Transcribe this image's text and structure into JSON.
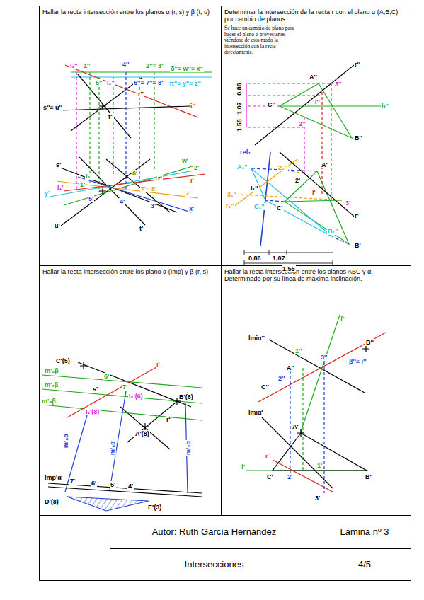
{
  "diagram": {
    "nodes": [
      {
        "text": [
          "Hallar la recta intersección entre los planos α (r, s) y β (t, u)"
        ]
      },
      {
        "text": [
          "Determinar la intersección de la recta r con el plano α (A,B,C) por cambio de planos.",
          "Se hace un cambio de plano para hacer el plano α proyectante, viéndose de esto modo la intersección con la recta directamente."
        ]
      },
      {
        "text": [
          "Hallar la recta intersección entre los plano α (Imp) y β (r, s)"
        ]
      },
      {
        "text": [
          "Hallar la recta intersección entre los planos ABC y α. Determinado por su línea de máxima inclinación."
        ]
      },
      {
        "text": [
          "Autor: Ruth García Hernández"
        ]
      },
      {
        "text": [
          "Lamina nº 3"
        ]
      },
      {
        "text": [
          "Intersecciones"
        ]
      },
      {
        "text": [
          "4/5"
        ]
      }
    ],
    "labels": [
      "I₁''",
      "1''",
      "4''",
      "2''≡ 3''",
      "δ''≡ w''≡ x''",
      "5''",
      "I₂''",
      "6''≡ 7''≡ 8''",
      "π''≡ y''≡ z''",
      "r''",
      "i''",
      "s''≡ u''",
      "t''",
      "s'",
      "w'",
      "2'",
      "I₂'",
      "6'",
      "r'",
      "i'",
      "I₁'",
      "1'",
      "7'≡ 8'",
      "z'",
      "y'",
      "5'",
      "4'",
      "3'",
      "x'",
      "u'",
      "t'",
      "A''",
      "r''",
      "3''",
      "C''",
      "I''",
      "h''",
      "2''",
      "B''",
      "0,86",
      "1,07",
      "1,55",
      "ref₁",
      "A₁''",
      "2₁''",
      "A'",
      "2'",
      "3₁''",
      "I₁''",
      "I'",
      "r₁''",
      "C₁''",
      "C'",
      "3'",
      "r'",
      "B₁''",
      "B'",
      "0,86",
      "1,07",
      "1,55",
      "C'(5)",
      "m'₅β",
      "6'",
      "i'",
      "s'",
      "m'₇β",
      "7'",
      "I₂'(6)",
      "B'(6)",
      "m'₈β",
      "I₁'(8)",
      "r'",
      "A'(8)",
      "m'₈α",
      "m'₆α",
      "m'₃α",
      "Imp'α",
      "7'",
      "6'",
      "5'",
      "4'",
      "D'(8)",
      "E'(3)",
      "f''",
      "B''",
      "lmiα''",
      "1''",
      "3''",
      "β''≡ i''",
      "A''",
      "2''",
      "C''",
      "lmiα'",
      "A'",
      "f'",
      "i'",
      "C'",
      "2'",
      "1'",
      "B'",
      "3'"
    ]
  }
}
